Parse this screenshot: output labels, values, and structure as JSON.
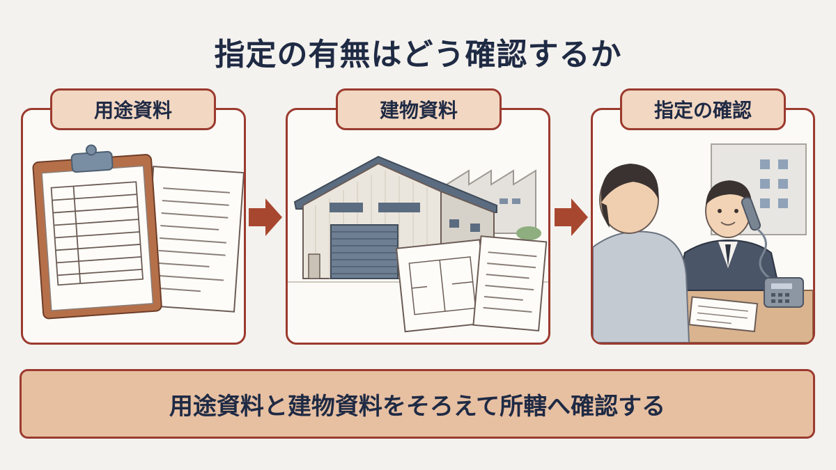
{
  "title": "指定の有無はどう確認するか",
  "steps": [
    {
      "label": "用途資料",
      "icon": "clipboard-documents-icon"
    },
    {
      "label": "建物資料",
      "icon": "building-blueprint-icon"
    },
    {
      "label": "指定の確認",
      "icon": "phone-consultation-icon"
    }
  ],
  "summary": "用途資料と建物資料をそろえて所轄へ確認する",
  "colors": {
    "accent": "#9b3a2e",
    "label_fill": "#f2d7c2",
    "summary_fill": "#e7c0a2",
    "arrow": "#a8472f",
    "text": "#1f2a44"
  }
}
